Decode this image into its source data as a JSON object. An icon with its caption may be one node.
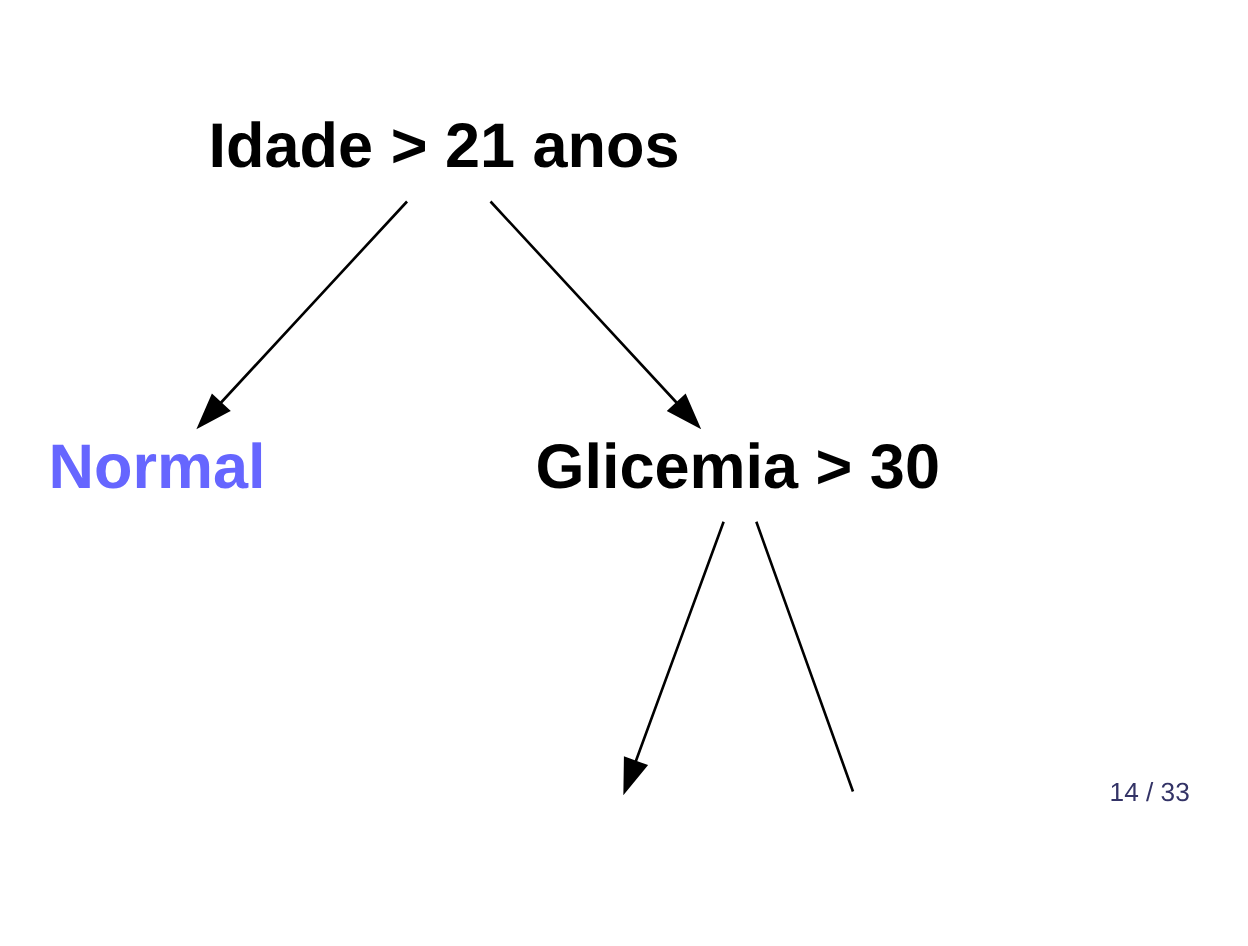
{
  "diagram": {
    "nodes": [
      {
        "text": [
          "Idade > 21 anos"
        ]
      },
      {
        "text": [
          "Normal"
        ]
      },
      {
        "text": [
          "Glicemia > 30"
        ]
      }
    ],
    "edges": [
      {
        "from": 0,
        "to": 1,
        "arrow": "to"
      },
      {
        "from": 0,
        "to": 2,
        "arrow": "to"
      },
      {
        "from": 2,
        "to": null,
        "arrow": "none"
      },
      {
        "from": 2,
        "to": null,
        "arrow": "to"
      }
    ],
    "labels": [
      "14 / 33"
    ]
  }
}
